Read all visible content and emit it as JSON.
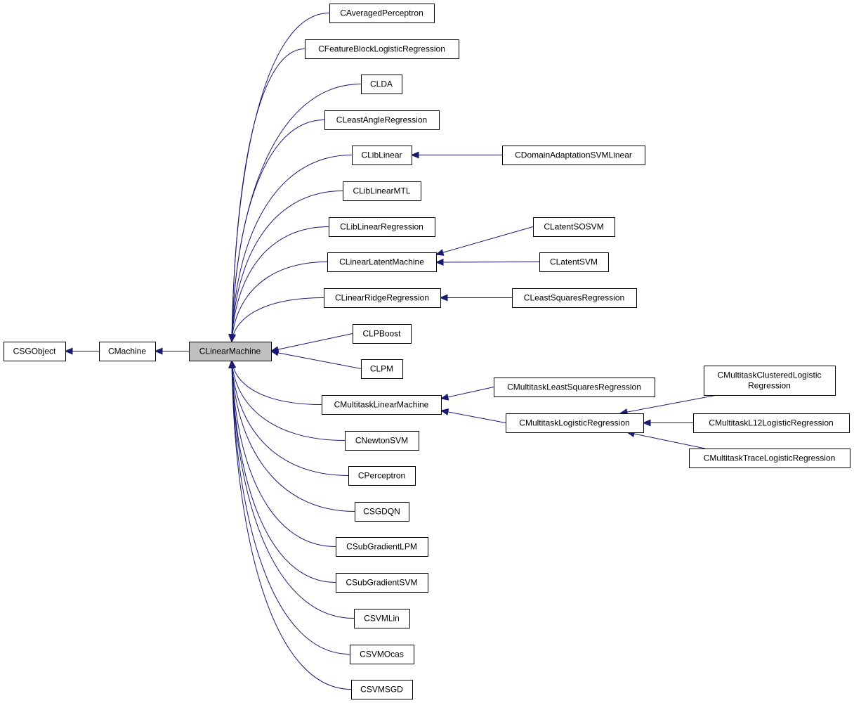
{
  "diagram": {
    "type": "class-inheritance-graph",
    "edge_color": "#191970",
    "current_node_fill": "#bfbfbf",
    "nodes": [
      {
        "id": "csgobject",
        "lines": [
          "CSGObject"
        ]
      },
      {
        "id": "cmachine",
        "lines": [
          "CMachine"
        ]
      },
      {
        "id": "clinearmachine",
        "lines": [
          "CLinearMachine"
        ],
        "current": true
      },
      {
        "id": "caveragedperceptron",
        "lines": [
          "CAveragedPerceptron"
        ]
      },
      {
        "id": "cfeatureblocklogisticregression",
        "lines": [
          "CFeatureBlockLogisticRegression"
        ]
      },
      {
        "id": "clda",
        "lines": [
          "CLDA"
        ]
      },
      {
        "id": "cleastangleregression",
        "lines": [
          "CLeastAngleRegression"
        ]
      },
      {
        "id": "cliblinear",
        "lines": [
          "CLibLinear"
        ]
      },
      {
        "id": "cliblinearmtl",
        "lines": [
          "CLibLinearMTL"
        ]
      },
      {
        "id": "cliblinearregression",
        "lines": [
          "CLibLinearRegression"
        ]
      },
      {
        "id": "clinearlatentmachine",
        "lines": [
          "CLinearLatentMachine"
        ]
      },
      {
        "id": "clinearridgeregression",
        "lines": [
          "CLinearRidgeRegression"
        ]
      },
      {
        "id": "clpboost",
        "lines": [
          "CLPBoost"
        ]
      },
      {
        "id": "clpm",
        "lines": [
          "CLPM"
        ]
      },
      {
        "id": "cmultitasklinearmachine",
        "lines": [
          "CMultitaskLinearMachine"
        ]
      },
      {
        "id": "cnewtonsvm",
        "lines": [
          "CNewtonSVM"
        ]
      },
      {
        "id": "cperceptron",
        "lines": [
          "CPerceptron"
        ]
      },
      {
        "id": "csgdqn",
        "lines": [
          "CSGDQN"
        ]
      },
      {
        "id": "csubgradientlpm",
        "lines": [
          "CSubGradientLPM"
        ]
      },
      {
        "id": "csubgradientsvm",
        "lines": [
          "CSubGradientSVM"
        ]
      },
      {
        "id": "csvmlin",
        "lines": [
          "CSVMLin"
        ]
      },
      {
        "id": "csvmocas",
        "lines": [
          "CSVMOcas"
        ]
      },
      {
        "id": "csvmsgd",
        "lines": [
          "CSVMSGD"
        ]
      },
      {
        "id": "cdomainadaptationsvmlinear",
        "lines": [
          "CDomainAdaptationSVMLinear"
        ]
      },
      {
        "id": "clatentsosvm",
        "lines": [
          "CLatentSOSVM"
        ]
      },
      {
        "id": "clatentsvm",
        "lines": [
          "CLatentSVM"
        ]
      },
      {
        "id": "cleastsquaresregression",
        "lines": [
          "CLeastSquaresRegression"
        ]
      },
      {
        "id": "cmultitaskleastsquaresregression",
        "lines": [
          "CMultitaskLeastSquaresRegression"
        ]
      },
      {
        "id": "cmultitasklogisticregression",
        "lines": [
          "CMultitaskLogisticRegression"
        ]
      },
      {
        "id": "cmultitaskclusteredlogisticregression",
        "lines": [
          "CMultitaskClusteredLogistic",
          "Regression"
        ]
      },
      {
        "id": "cmultitaskl12logisticregression",
        "lines": [
          "CMultitaskL12LogisticRegression"
        ]
      },
      {
        "id": "cmultitasktracelogisticregression",
        "lines": [
          "CMultitaskTraceLogisticRegression"
        ]
      }
    ],
    "edges": [
      {
        "from": "cmachine",
        "to": "csgobject"
      },
      {
        "from": "clinearmachine",
        "to": "cmachine"
      },
      {
        "from": "caveragedperceptron",
        "to": "clinearmachine"
      },
      {
        "from": "cfeatureblocklogisticregression",
        "to": "clinearmachine"
      },
      {
        "from": "clda",
        "to": "clinearmachine"
      },
      {
        "from": "cleastangleregression",
        "to": "clinearmachine"
      },
      {
        "from": "cliblinear",
        "to": "clinearmachine"
      },
      {
        "from": "cliblinearmtl",
        "to": "clinearmachine"
      },
      {
        "from": "cliblinearregression",
        "to": "clinearmachine"
      },
      {
        "from": "clinearlatentmachine",
        "to": "clinearmachine"
      },
      {
        "from": "clinearridgeregression",
        "to": "clinearmachine"
      },
      {
        "from": "clpboost",
        "to": "clinearmachine"
      },
      {
        "from": "clpm",
        "to": "clinearmachine"
      },
      {
        "from": "cmultitasklinearmachine",
        "to": "clinearmachine"
      },
      {
        "from": "cnewtonsvm",
        "to": "clinearmachine"
      },
      {
        "from": "cperceptron",
        "to": "clinearmachine"
      },
      {
        "from": "csgdqn",
        "to": "clinearmachine"
      },
      {
        "from": "csubgradientlpm",
        "to": "clinearmachine"
      },
      {
        "from": "csubgradientsvm",
        "to": "clinearmachine"
      },
      {
        "from": "csvmlin",
        "to": "clinearmachine"
      },
      {
        "from": "csvmocas",
        "to": "clinearmachine"
      },
      {
        "from": "csvmsgd",
        "to": "clinearmachine"
      },
      {
        "from": "cdomainadaptationsvmlinear",
        "to": "cliblinear"
      },
      {
        "from": "clatentsosvm",
        "to": "clinearlatentmachine"
      },
      {
        "from": "clatentsvm",
        "to": "clinearlatentmachine"
      },
      {
        "from": "cleastsquaresregression",
        "to": "clinearridgeregression"
      },
      {
        "from": "cmultitaskleastsquaresregression",
        "to": "cmultitasklinearmachine"
      },
      {
        "from": "cmultitasklogisticregression",
        "to": "cmultitasklinearmachine"
      },
      {
        "from": "cmultitaskclusteredlogisticregression",
        "to": "cmultitasklogisticregression"
      },
      {
        "from": "cmultitaskl12logisticregression",
        "to": "cmultitasklogisticregression"
      },
      {
        "from": "cmultitasktracelogisticregression",
        "to": "cmultitasklogisticregression"
      }
    ]
  }
}
